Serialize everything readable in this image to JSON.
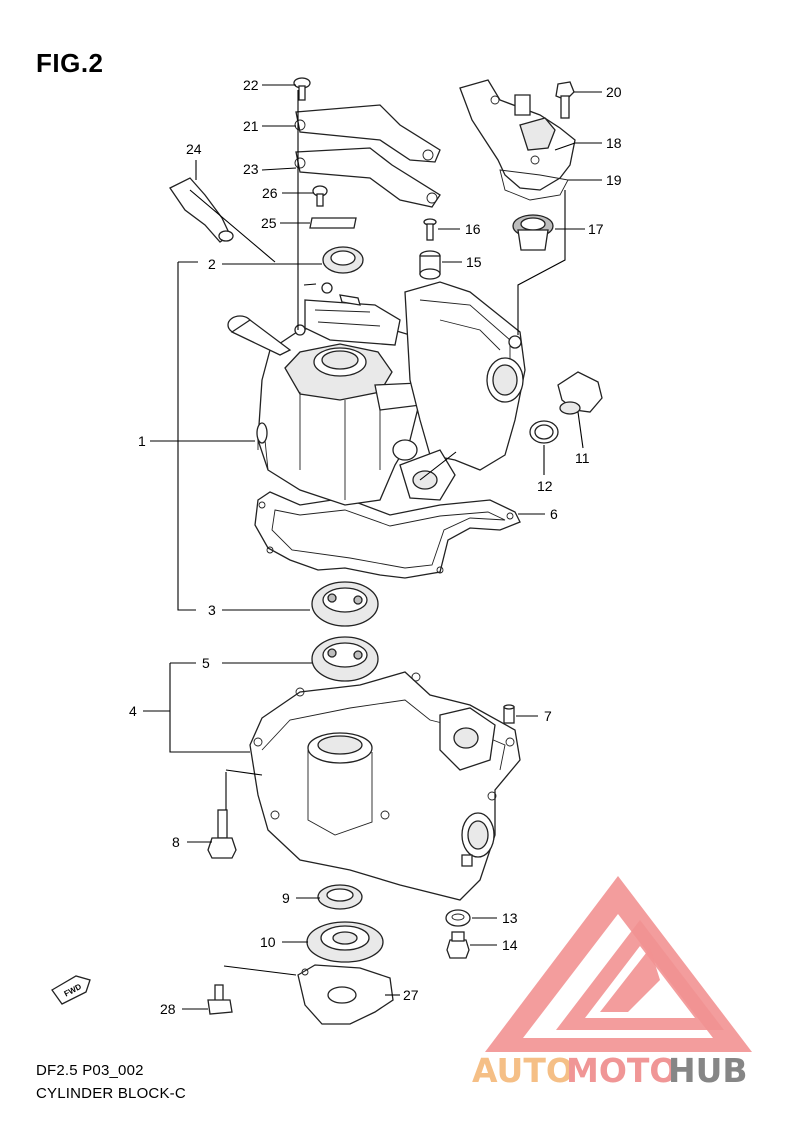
{
  "figure": {
    "title": "FIG.2",
    "code": "DF2.5 P03_002",
    "caption": "CYLINDER BLOCK-C"
  },
  "fwd_badge": "FWD",
  "watermark": {
    "part1": "AUTO",
    "part2": "MOTO",
    "part3": "HUB",
    "color1": "#f5b97a",
    "color2": "#ef8b8b",
    "color3": "#7a7a7a",
    "logo_color": "#ef7f7f"
  },
  "callouts": [
    "1",
    "2",
    "3",
    "4",
    "5",
    "6",
    "7",
    "8",
    "9",
    "10",
    "11",
    "12",
    "13",
    "14",
    "15",
    "16",
    "17",
    "18",
    "19",
    "20",
    "21",
    "22",
    "23",
    "24",
    "25",
    "26",
    "27",
    "28"
  ]
}
